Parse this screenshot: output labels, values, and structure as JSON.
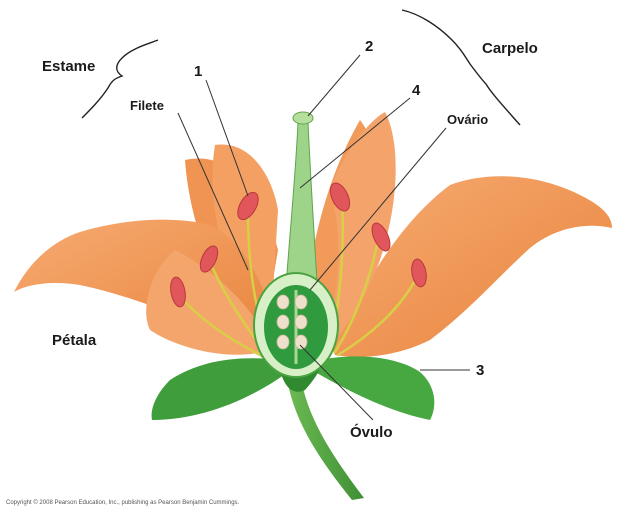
{
  "labels": {
    "estame": "Estame",
    "carpelo": "Carpelo",
    "filete": "Filete",
    "ovario": "Ovário",
    "petala": "Pétala",
    "ovulo": "Óvulo",
    "n1": "1",
    "n2": "2",
    "n3": "3",
    "n4": "4"
  },
  "copyright": "Copyright © 2008 Pearson Education, Inc., publishing as Pearson Benjamin Cummings.",
  "colors": {
    "petal_dark": "#e9833a",
    "petal_light": "#f6a46a",
    "sepal": "#3f9e3b",
    "stem": "#5fae4a",
    "ovary": "#2f9a3e",
    "ovule": "#efe0cc",
    "anther": "#e0565a",
    "filament": "#d8d04a"
  }
}
